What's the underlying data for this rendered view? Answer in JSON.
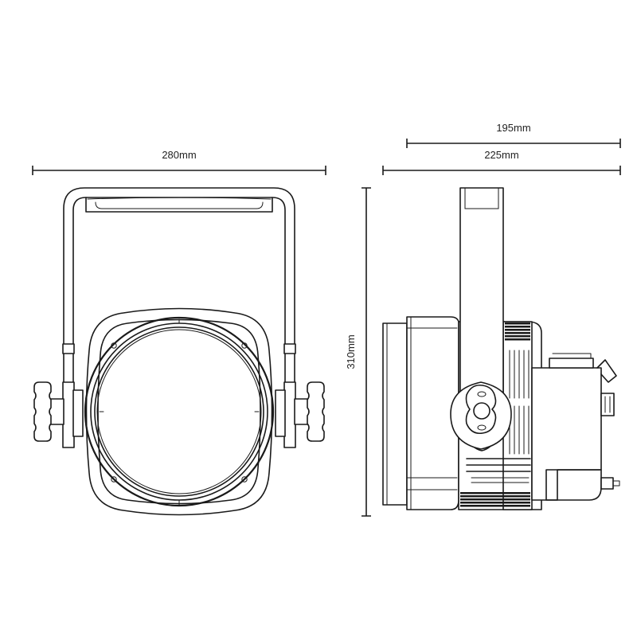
{
  "dimensions": {
    "width_front": "280mm",
    "depth_inner": "195mm",
    "depth_outer": "225mm",
    "height": "310mm"
  },
  "colors": {
    "line": "#1a1a1a",
    "background": "#ffffff"
  }
}
